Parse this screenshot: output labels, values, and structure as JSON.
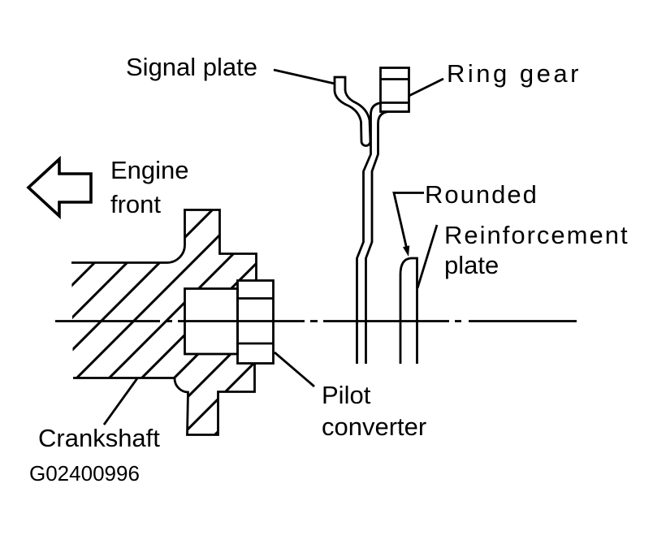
{
  "figure": {
    "code": "G02400996",
    "background_color": "#ffffff",
    "line_color": "#000000",
    "labels": {
      "signal_plate": "Signal plate",
      "ring_gear": "Ring gear",
      "engine_front_line1": "Engine",
      "engine_front_line2": "front",
      "rounded": "Rounded",
      "reinforcement_line1": "Reinforcement",
      "reinforcement_line2": "plate",
      "pilot_line1": "Pilot",
      "pilot_line2": "converter",
      "crankshaft": "Crankshaft"
    }
  }
}
